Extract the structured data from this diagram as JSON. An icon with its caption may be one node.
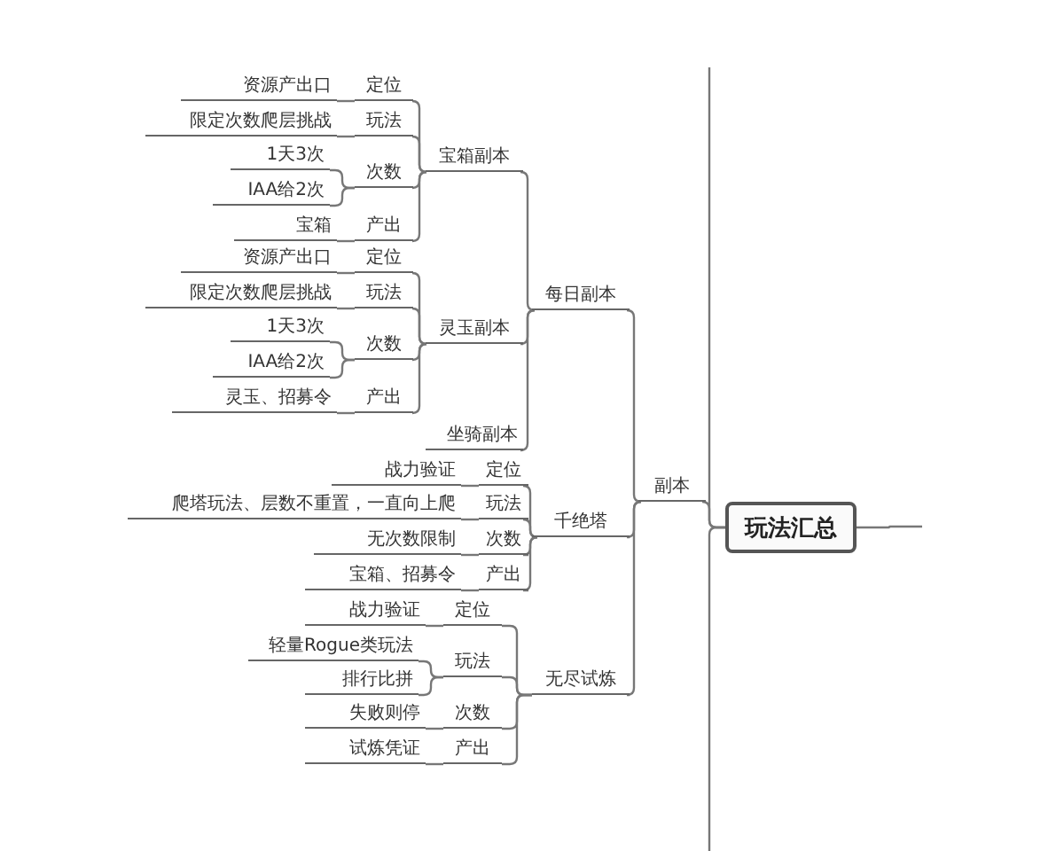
{
  "diagram": {
    "nodes": [
      {
        "text": [
          "玩法汇总"
        ]
      },
      {
        "text": [
          "副本"
        ]
      },
      {
        "text": [
          "每日副本"
        ]
      },
      {
        "text": [
          "宝箱副本"
        ]
      },
      {
        "text": [
          "定位"
        ]
      },
      {
        "text": [
          "资源产出口"
        ]
      },
      {
        "text": [
          "玩法"
        ]
      },
      {
        "text": [
          "限定次数爬层挑战"
        ]
      },
      {
        "text": [
          "次数"
        ]
      },
      {
        "text": [
          "1天3次"
        ]
      },
      {
        "text": [
          "IAA给2次"
        ]
      },
      {
        "text": [
          "产出"
        ]
      },
      {
        "text": [
          "宝箱"
        ]
      },
      {
        "text": [
          "灵玉副本"
        ]
      },
      {
        "text": [
          "定位"
        ]
      },
      {
        "text": [
          "资源产出口"
        ]
      },
      {
        "text": [
          "玩法"
        ]
      },
      {
        "text": [
          "限定次数爬层挑战"
        ]
      },
      {
        "text": [
          "次数"
        ]
      },
      {
        "text": [
          "1天3次"
        ]
      },
      {
        "text": [
          "IAA给2次"
        ]
      },
      {
        "text": [
          "产出"
        ]
      },
      {
        "text": [
          "灵玉、招募令"
        ]
      },
      {
        "text": [
          "坐骑副本"
        ]
      },
      {
        "text": [
          "千绝塔"
        ]
      },
      {
        "text": [
          "定位"
        ]
      },
      {
        "text": [
          "战力验证"
        ]
      },
      {
        "text": [
          "玩法"
        ]
      },
      {
        "text": [
          "爬塔玩法、层数不重置，一直向上爬"
        ]
      },
      {
        "text": [
          "次数"
        ]
      },
      {
        "text": [
          "无次数限制"
        ]
      },
      {
        "text": [
          "产出"
        ]
      },
      {
        "text": [
          "宝箱、招募令"
        ]
      },
      {
        "text": [
          "无尽试炼"
        ]
      },
      {
        "text": [
          "定位"
        ]
      },
      {
        "text": [
          "战力验证"
        ]
      },
      {
        "text": [
          "玩法"
        ]
      },
      {
        "text": [
          "轻量Rogue类玩法"
        ]
      },
      {
        "text": [
          "排行比拼"
        ]
      },
      {
        "text": [
          "次数"
        ]
      },
      {
        "text": [
          "失败则停"
        ]
      },
      {
        "text": [
          "产出"
        ]
      },
      {
        "text": [
          "试炼凭证"
        ]
      }
    ],
    "edges": [
      {
        "from": 1,
        "to": 0,
        "arrow": "none"
      },
      {
        "from": null,
        "to": 0,
        "arrow": "none"
      },
      {
        "from": null,
        "to": 0,
        "arrow": "none"
      },
      {
        "from": 0,
        "to": null,
        "arrow": "none"
      },
      {
        "from": 2,
        "to": 1,
        "arrow": "none"
      },
      {
        "from": 3,
        "to": 2,
        "arrow": "none"
      },
      {
        "from": 4,
        "to": 3,
        "arrow": "none"
      },
      {
        "from": 5,
        "to": 4,
        "arrow": "none"
      },
      {
        "from": 6,
        "to": 3,
        "arrow": "none"
      },
      {
        "from": 7,
        "to": 6,
        "arrow": "none"
      },
      {
        "from": 8,
        "to": 3,
        "arrow": "none"
      },
      {
        "from": 9,
        "to": 8,
        "arrow": "none"
      },
      {
        "from": 10,
        "to": 8,
        "arrow": "none"
      },
      {
        "from": 11,
        "to": 3,
        "arrow": "none"
      },
      {
        "from": 12,
        "to": 11,
        "arrow": "none"
      },
      {
        "from": 13,
        "to": 2,
        "arrow": "none"
      },
      {
        "from": 14,
        "to": 13,
        "arrow": "none"
      },
      {
        "from": 15,
        "to": 14,
        "arrow": "none"
      },
      {
        "from": 16,
        "to": 13,
        "arrow": "none"
      },
      {
        "from": 17,
        "to": 16,
        "arrow": "none"
      },
      {
        "from": 18,
        "to": 13,
        "arrow": "none"
      },
      {
        "from": 19,
        "to": 18,
        "arrow": "none"
      },
      {
        "from": 20,
        "to": 18,
        "arrow": "none"
      },
      {
        "from": 21,
        "to": 13,
        "arrow": "none"
      },
      {
        "from": 22,
        "to": 21,
        "arrow": "none"
      },
      {
        "from": 23,
        "to": 2,
        "arrow": "none"
      },
      {
        "from": 24,
        "to": 1,
        "arrow": "none"
      },
      {
        "from": 25,
        "to": 24,
        "arrow": "none"
      },
      {
        "from": 26,
        "to": 25,
        "arrow": "none"
      },
      {
        "from": 27,
        "to": 24,
        "arrow": "none"
      },
      {
        "from": 28,
        "to": 27,
        "arrow": "none"
      },
      {
        "from": 29,
        "to": 24,
        "arrow": "none"
      },
      {
        "from": 30,
        "to": 29,
        "arrow": "none"
      },
      {
        "from": 31,
        "to": 24,
        "arrow": "none"
      },
      {
        "from": 32,
        "to": 31,
        "arrow": "none"
      },
      {
        "from": 33,
        "to": 1,
        "arrow": "none"
      },
      {
        "from": 34,
        "to": 33,
        "arrow": "none"
      },
      {
        "from": 35,
        "to": 34,
        "arrow": "none"
      },
      {
        "from": 36,
        "to": 33,
        "arrow": "none"
      },
      {
        "from": 37,
        "to": 36,
        "arrow": "none"
      },
      {
        "from": 38,
        "to": 36,
        "arrow": "none"
      },
      {
        "from": 39,
        "to": 33,
        "arrow": "none"
      },
      {
        "from": 40,
        "to": 39,
        "arrow": "none"
      },
      {
        "from": 41,
        "to": 33,
        "arrow": "none"
      },
      {
        "from": 42,
        "to": 41,
        "arrow": "none"
      }
    ]
  }
}
